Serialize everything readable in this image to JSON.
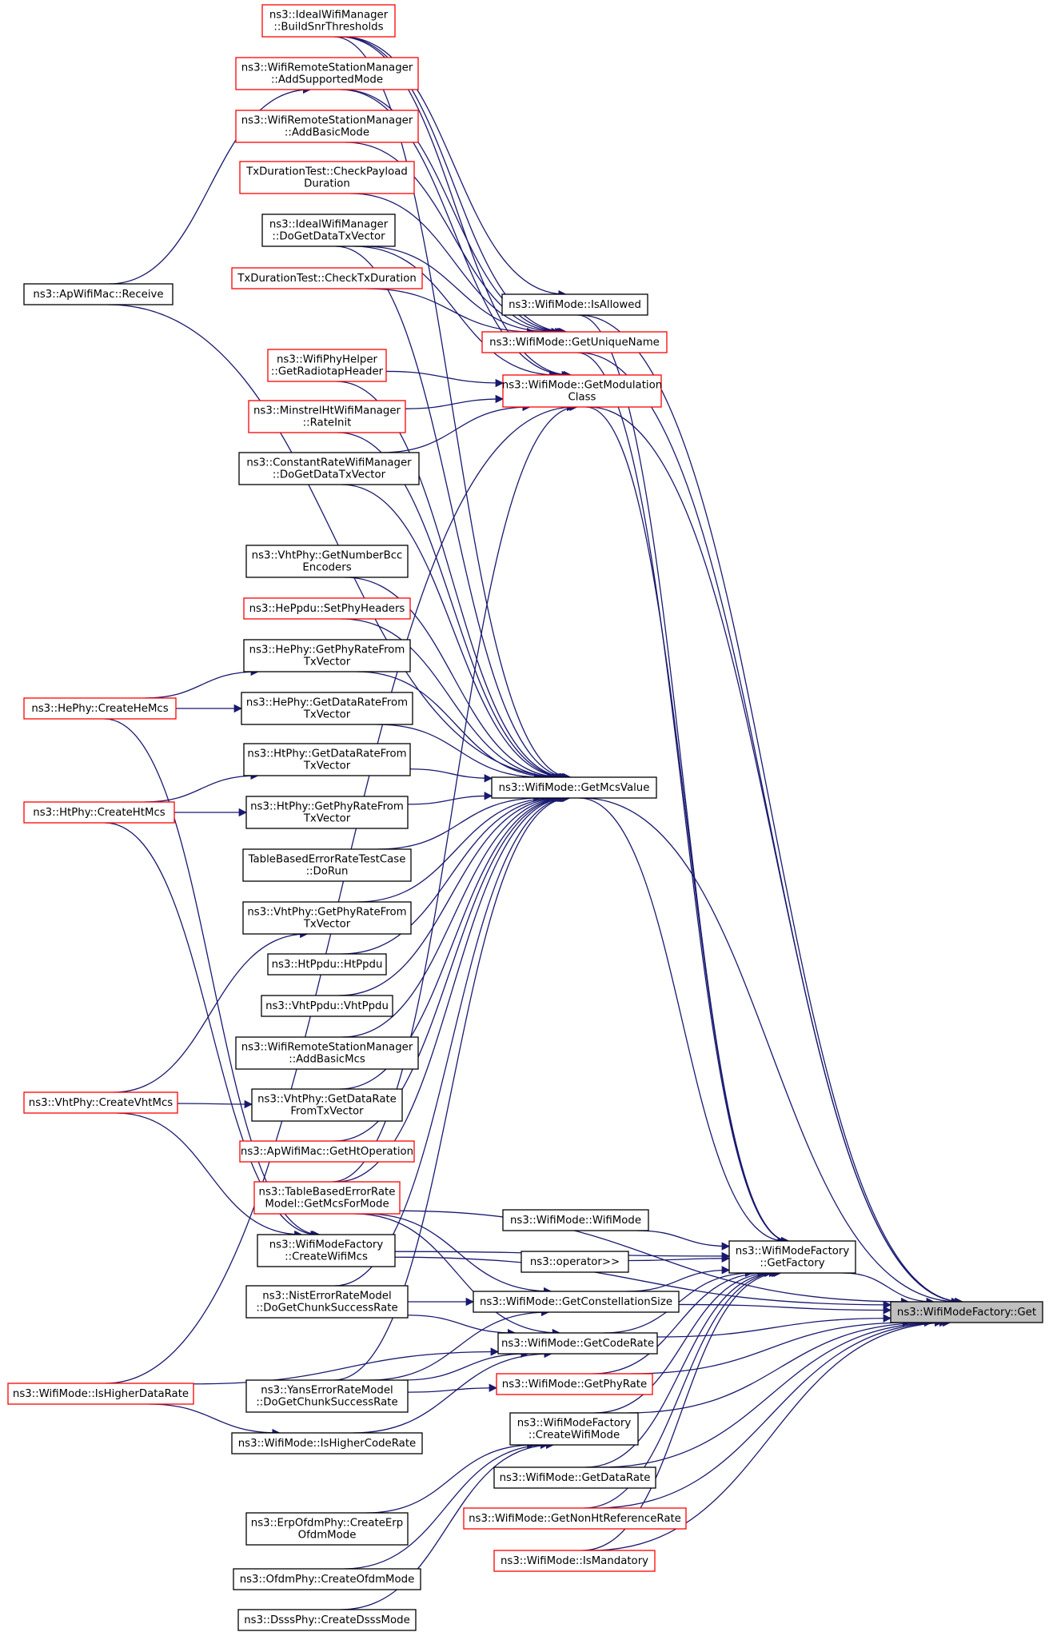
{
  "nodes": [
    {
      "id": "root",
      "lines": [
        "ns3::WifiModeFactory::Get"
      ],
      "style": "root"
    },
    {
      "id": "getFactory",
      "lines": [
        "ns3::WifiModeFactory",
        "::GetFactory"
      ],
      "style": "black"
    },
    {
      "id": "isAllowed",
      "lines": [
        "ns3::WifiMode::IsAllowed"
      ],
      "style": "black"
    },
    {
      "id": "getUniqueName",
      "lines": [
        "ns3::WifiMode::GetUniqueName"
      ],
      "style": "red"
    },
    {
      "id": "getModClass",
      "lines": [
        "ns3::WifiMode::GetModulation",
        "Class"
      ],
      "style": "red"
    },
    {
      "id": "getMcsValue",
      "lines": [
        "ns3::WifiMode::GetMcsValue"
      ],
      "style": "black"
    },
    {
      "id": "wifiMode",
      "lines": [
        "ns3::WifiMode::WifiMode"
      ],
      "style": "black"
    },
    {
      "id": "opIn",
      "lines": [
        "ns3::operator>>"
      ],
      "style": "black"
    },
    {
      "id": "getConstSize",
      "lines": [
        "ns3::WifiMode::GetConstellationSize"
      ],
      "style": "black"
    },
    {
      "id": "getCodeRate",
      "lines": [
        "ns3::WifiMode::GetCodeRate"
      ],
      "style": "black"
    },
    {
      "id": "getPhyRate",
      "lines": [
        "ns3::WifiMode::GetPhyRate"
      ],
      "style": "red"
    },
    {
      "id": "createWifiMode",
      "lines": [
        "ns3::WifiModeFactory",
        "::CreateWifiMode"
      ],
      "style": "black"
    },
    {
      "id": "getDataRate",
      "lines": [
        "ns3::WifiMode::GetDataRate"
      ],
      "style": "black"
    },
    {
      "id": "getNonHt",
      "lines": [
        "ns3::WifiMode::GetNonHtReferenceRate"
      ],
      "style": "red"
    },
    {
      "id": "isMandatory",
      "lines": [
        "ns3::WifiMode::IsMandatory"
      ],
      "style": "red"
    },
    {
      "id": "buildSnr",
      "lines": [
        "ns3::IdealWifiManager",
        "::BuildSnrThresholds"
      ],
      "style": "red"
    },
    {
      "id": "addSupported",
      "lines": [
        "ns3::WifiRemoteStationManager",
        "::AddSupportedMode"
      ],
      "style": "red"
    },
    {
      "id": "addBasicMode",
      "lines": [
        "ns3::WifiRemoteStationManager",
        "::AddBasicMode"
      ],
      "style": "red"
    },
    {
      "id": "checkPayload",
      "lines": [
        "TxDurationTest::CheckPayload",
        "Duration"
      ],
      "style": "red"
    },
    {
      "id": "idealGetData",
      "lines": [
        "ns3::IdealWifiManager",
        "::DoGetDataTxVector"
      ],
      "style": "black"
    },
    {
      "id": "checkTxDur",
      "lines": [
        "TxDurationTest::CheckTxDuration"
      ],
      "style": "red"
    },
    {
      "id": "radiotap",
      "lines": [
        "ns3::WifiPhyHelper",
        "::GetRadiotapHeader"
      ],
      "style": "red"
    },
    {
      "id": "minstrelInit",
      "lines": [
        "ns3::MinstrelHtWifiManager",
        "::RateInit"
      ],
      "style": "red"
    },
    {
      "id": "constRate",
      "lines": [
        "ns3::ConstantRateWifiManager",
        "::DoGetDataTxVector"
      ],
      "style": "black"
    },
    {
      "id": "apReceive",
      "lines": [
        "ns3::ApWifiMac::Receive"
      ],
      "style": "black"
    },
    {
      "id": "vhtNumBcc",
      "lines": [
        "ns3::VhtPhy::GetNumberBcc",
        "Encoders"
      ],
      "style": "black"
    },
    {
      "id": "hePpduSet",
      "lines": [
        "ns3::HePpdu::SetPhyHeaders"
      ],
      "style": "red"
    },
    {
      "id": "hePhyRate",
      "lines": [
        "ns3::HePhy::GetPhyRateFrom",
        "TxVector"
      ],
      "style": "black"
    },
    {
      "id": "heDataRate",
      "lines": [
        "ns3::HePhy::GetDataRateFrom",
        "TxVector"
      ],
      "style": "black"
    },
    {
      "id": "createHe",
      "lines": [
        "ns3::HePhy::CreateHeMcs"
      ],
      "style": "red"
    },
    {
      "id": "htDataRate",
      "lines": [
        "ns3::HtPhy::GetDataRateFrom",
        "TxVector"
      ],
      "style": "black"
    },
    {
      "id": "htPhyRate",
      "lines": [
        "ns3::HtPhy::GetPhyRateFrom",
        "TxVector"
      ],
      "style": "black"
    },
    {
      "id": "createHt",
      "lines": [
        "ns3::HtPhy::CreateHtMcs"
      ],
      "style": "red"
    },
    {
      "id": "tableDoRun",
      "lines": [
        "TableBasedErrorRateTestCase",
        "::DoRun"
      ],
      "style": "black"
    },
    {
      "id": "vhtPhyRate",
      "lines": [
        "ns3::VhtPhy::GetPhyRateFrom",
        "TxVector"
      ],
      "style": "black"
    },
    {
      "id": "htPpdu",
      "lines": [
        "ns3::HtPpdu::HtPpdu"
      ],
      "style": "black"
    },
    {
      "id": "vhtPpdu",
      "lines": [
        "ns3::VhtPpdu::VhtPpdu"
      ],
      "style": "black"
    },
    {
      "id": "addBasicMcs",
      "lines": [
        "ns3::WifiRemoteStationManager",
        "::AddBasicMcs"
      ],
      "style": "black"
    },
    {
      "id": "vhtDataRate",
      "lines": [
        "ns3::VhtPhy::GetDataRate",
        "FromTxVector"
      ],
      "style": "black"
    },
    {
      "id": "createVht",
      "lines": [
        "ns3::VhtPhy::CreateVhtMcs"
      ],
      "style": "red"
    },
    {
      "id": "getHtOp",
      "lines": [
        "ns3::ApWifiMac::GetHtOperation"
      ],
      "style": "red"
    },
    {
      "id": "tableMcs",
      "lines": [
        "ns3::TableBasedErrorRate",
        "Model::GetMcsForMode"
      ],
      "style": "red"
    },
    {
      "id": "createWifiMcs",
      "lines": [
        "ns3::WifiModeFactory",
        "::CreateWifiMcs"
      ],
      "style": "black"
    },
    {
      "id": "nistChunk",
      "lines": [
        "ns3::NistErrorRateModel",
        "::DoGetChunkSuccessRate"
      ],
      "style": "black"
    },
    {
      "id": "isHigherData",
      "lines": [
        "ns3::WifiMode::IsHigherDataRate"
      ],
      "style": "red"
    },
    {
      "id": "yansChunk",
      "lines": [
        "ns3::YansErrorRateModel",
        "::DoGetChunkSuccessRate"
      ],
      "style": "black"
    },
    {
      "id": "isHigherCode",
      "lines": [
        "ns3::WifiMode::IsHigherCodeRate"
      ],
      "style": "black"
    },
    {
      "id": "erpOfdm",
      "lines": [
        "ns3::ErpOfdmPhy::CreateErp",
        "OfdmMode"
      ],
      "style": "black"
    },
    {
      "id": "ofdmMode",
      "lines": [
        "ns3::OfdmPhy::CreateOfdmMode"
      ],
      "style": "black"
    },
    {
      "id": "dsssMode",
      "lines": [
        "ns3::DsssPhy::CreateDsssMode"
      ],
      "style": "black"
    }
  ],
  "edges": [
    [
      "getFactory",
      "root"
    ],
    [
      "isAllowed",
      "root"
    ],
    [
      "getUniqueName",
      "root"
    ],
    [
      "getModClass",
      "root"
    ],
    [
      "getMcsValue",
      "root"
    ],
    [
      "getConstSize",
      "root"
    ],
    [
      "getCodeRate",
      "root"
    ],
    [
      "getPhyRate",
      "root"
    ],
    [
      "createWifiMode",
      "root"
    ],
    [
      "getDataRate",
      "root"
    ],
    [
      "getNonHt",
      "root"
    ],
    [
      "isMandatory",
      "root"
    ],
    [
      "createWifiMcs",
      "root"
    ],
    [
      "tableMcs",
      "root"
    ],
    [
      "wifiMode",
      "getFactory"
    ],
    [
      "opIn",
      "getFactory"
    ],
    [
      "isAllowed",
      "getFactory"
    ],
    [
      "getUniqueName",
      "getFactory"
    ],
    [
      "getModClass",
      "getFactory"
    ],
    [
      "getMcsValue",
      "getFactory"
    ],
    [
      "getConstSize",
      "getFactory"
    ],
    [
      "getCodeRate",
      "getFactory"
    ],
    [
      "getPhyRate",
      "getFactory"
    ],
    [
      "createWifiMode",
      "getFactory"
    ],
    [
      "getDataRate",
      "getFactory"
    ],
    [
      "getNonHt",
      "getFactory"
    ],
    [
      "isMandatory",
      "getFactory"
    ],
    [
      "createWifiMcs",
      "getFactory"
    ],
    [
      "buildSnr",
      "isAllowed"
    ],
    [
      "buildSnr",
      "getUniqueName"
    ],
    [
      "addSupported",
      "getUniqueName"
    ],
    [
      "addBasicMode",
      "getUniqueName"
    ],
    [
      "checkPayload",
      "getUniqueName"
    ],
    [
      "idealGetData",
      "getUniqueName"
    ],
    [
      "checkTxDur",
      "getUniqueName"
    ],
    [
      "buildSnr",
      "getModClass"
    ],
    [
      "addSupported",
      "getModClass"
    ],
    [
      "idealGetData",
      "getModClass"
    ],
    [
      "radiotap",
      "getModClass"
    ],
    [
      "minstrelInit",
      "getModClass"
    ],
    [
      "constRate",
      "getModClass"
    ],
    [
      "tableMcs",
      "getModClass"
    ],
    [
      "isHigherData",
      "getModClass"
    ],
    [
      "buildSnr",
      "getMcsValue"
    ],
    [
      "idealGetData",
      "getMcsValue"
    ],
    [
      "radiotap",
      "getMcsValue"
    ],
    [
      "minstrelInit",
      "getMcsValue"
    ],
    [
      "constRate",
      "getMcsValue"
    ],
    [
      "apReceive",
      "getMcsValue"
    ],
    [
      "vhtNumBcc",
      "getMcsValue"
    ],
    [
      "hePpduSet",
      "getMcsValue"
    ],
    [
      "hePhyRate",
      "getMcsValue"
    ],
    [
      "heDataRate",
      "getMcsValue"
    ],
    [
      "htDataRate",
      "getMcsValue"
    ],
    [
      "htPhyRate",
      "getMcsValue"
    ],
    [
      "tableDoRun",
      "getMcsValue"
    ],
    [
      "vhtPhyRate",
      "getMcsValue"
    ],
    [
      "htPpdu",
      "getMcsValue"
    ],
    [
      "vhtPpdu",
      "getMcsValue"
    ],
    [
      "addBasicMcs",
      "getMcsValue"
    ],
    [
      "vhtDataRate",
      "getMcsValue"
    ],
    [
      "getHtOp",
      "getMcsValue"
    ],
    [
      "tableMcs",
      "getMcsValue"
    ],
    [
      "nistChunk",
      "getMcsValue"
    ],
    [
      "yansChunk",
      "getMcsValue"
    ],
    [
      "apReceive",
      "addSupported"
    ],
    [
      "createHe",
      "hePhyRate"
    ],
    [
      "createHe",
      "heDataRate"
    ],
    [
      "createHt",
      "htDataRate"
    ],
    [
      "createHt",
      "htPhyRate"
    ],
    [
      "createVht",
      "vhtPhyRate"
    ],
    [
      "createVht",
      "vhtDataRate"
    ],
    [
      "createHe",
      "createWifiMcs"
    ],
    [
      "createHt",
      "createWifiMcs"
    ],
    [
      "createVht",
      "createWifiMcs"
    ],
    [
      "tableMcs",
      "getConstSize"
    ],
    [
      "nistChunk",
      "getConstSize"
    ],
    [
      "yansChunk",
      "getConstSize"
    ],
    [
      "tableMcs",
      "getCodeRate"
    ],
    [
      "nistChunk",
      "getCodeRate"
    ],
    [
      "yansChunk",
      "getCodeRate"
    ],
    [
      "isHigherData",
      "getCodeRate"
    ],
    [
      "isHigherCode",
      "getCodeRate"
    ],
    [
      "yansChunk",
      "getPhyRate"
    ],
    [
      "isHigherData",
      "isHigherCode"
    ],
    [
      "erpOfdm",
      "createWifiMode"
    ],
    [
      "ofdmMode",
      "createWifiMode"
    ],
    [
      "dsssMode",
      "createWifiMode"
    ]
  ]
}
